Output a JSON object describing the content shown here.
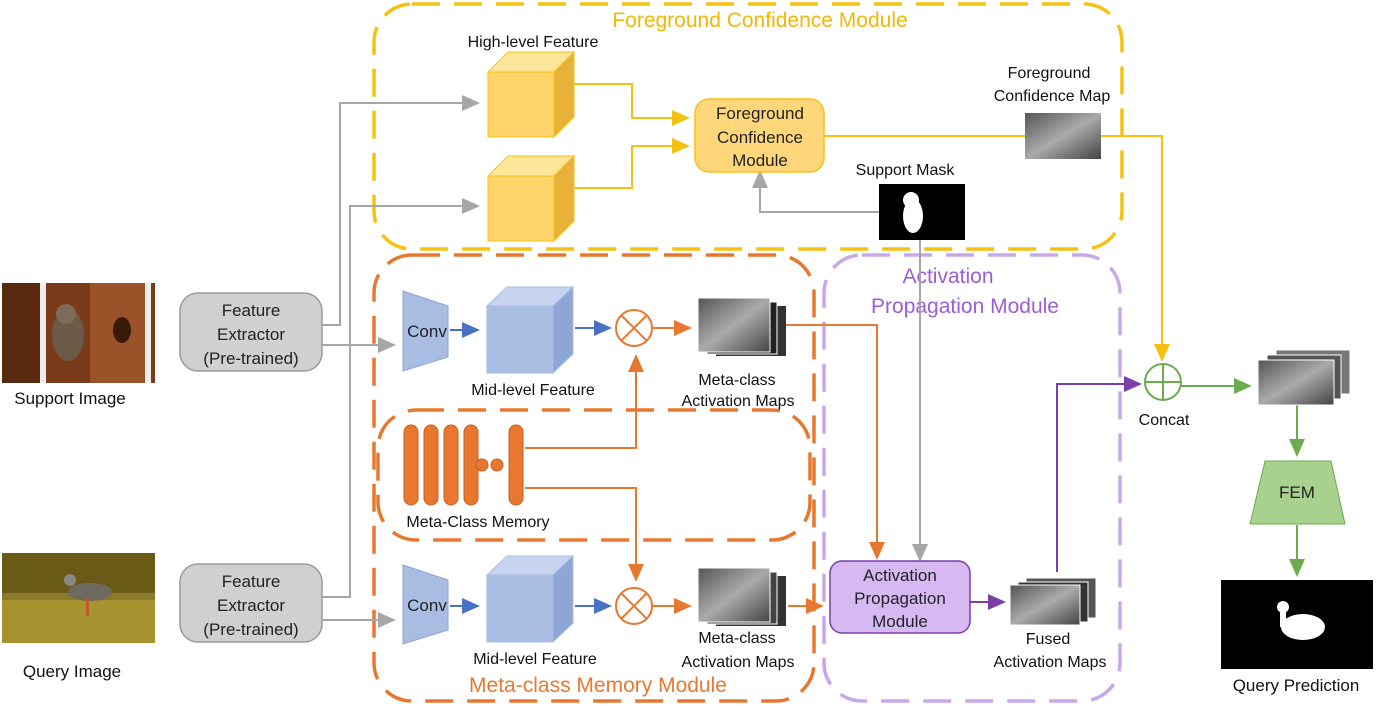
{
  "modules": {
    "foreground": "Foreground Confidence Module",
    "memory": "Meta-class Memory Module",
    "activation_line1": "Activation",
    "activation_line2": "Propagation Module"
  },
  "inputs": {
    "support_image": "Support Image",
    "query_image": "Query Image"
  },
  "extractor": {
    "line1": "Feature",
    "line2": "Extractor",
    "line3": "(Pre-trained)"
  },
  "blocks": {
    "high_level_feature": "High-level Feature",
    "fcm_line1": "Foreground",
    "fcm_line2": "Confidence",
    "fcm_line3": "Module",
    "support_mask": "Support Mask",
    "fg_map_line1": "Foreground",
    "fg_map_line2": "Confidence Map",
    "conv": "Conv",
    "mid_level_feature": "Mid-level Feature",
    "meta_maps_line1": "Meta-class",
    "meta_maps_line2": "Activation Maps",
    "meta_memory": "Meta-Class Memory",
    "apm_line1": "Activation",
    "apm_line2": "Propagation",
    "apm_line3": "Module",
    "fused_line1": "Fused",
    "fused_line2": "Activation Maps",
    "concat": "Concat",
    "fem": "FEM",
    "query_prediction": "Query Prediction"
  },
  "colors": {
    "yellow": "#f5c211",
    "orange": "#e8782f",
    "purple": "#b993e0",
    "blue": "#a9bde3",
    "green": "#6aad4f",
    "gray": "#a6a6a6"
  }
}
